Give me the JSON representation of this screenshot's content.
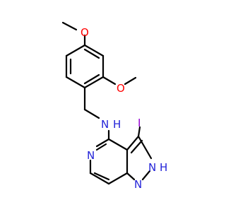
{
  "atoms": {
    "o_top": "O",
    "o_right": "O",
    "nh_amine": "N",
    "h_amine": "H",
    "iodine": "I",
    "n_pyridine": "N",
    "n_pyrazole": "N",
    "h_pyrazole": "H",
    "n2_pyrazole": "N"
  },
  "colors": {
    "bond": "#000000",
    "oxygen": "#ff0000",
    "nitrogen": "#2323d8",
    "iodine": "#9400d3",
    "hydrogen": "#2323d8"
  }
}
